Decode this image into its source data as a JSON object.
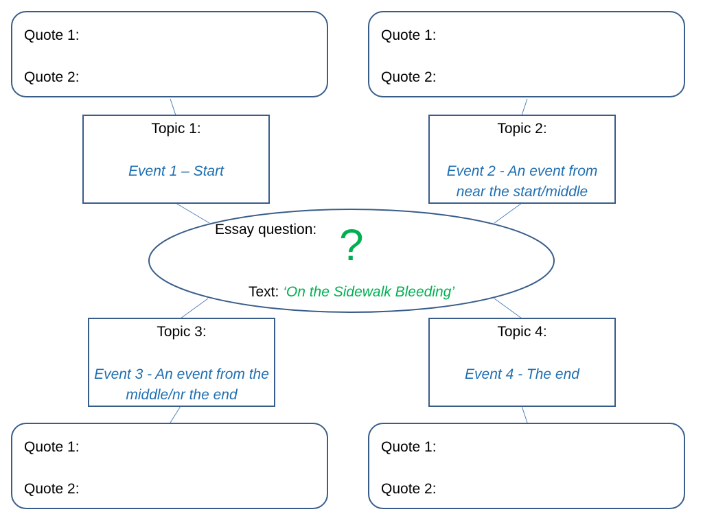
{
  "colors": {
    "box_border": "#385d8a",
    "connector": "#4f81bd",
    "event_text": "#1f6fb2",
    "accent_green": "#00b050"
  },
  "quotes": [
    {
      "q1": "Quote 1:",
      "q2": "Quote 2:"
    },
    {
      "q1": "Quote 1:",
      "q2": "Quote 2:"
    },
    {
      "q1": "Quote 1:",
      "q2": "Quote 2:"
    },
    {
      "q1": "Quote 1:",
      "q2": "Quote 2:"
    }
  ],
  "topics": [
    {
      "title": "Topic 1:",
      "event": "Event 1 – Start"
    },
    {
      "title": "Topic 2:",
      "event": "Event 2 - An event from near the start/middle"
    },
    {
      "title": "Topic 3:",
      "event": "Event 3 - An event from the middle/nr the end"
    },
    {
      "title": "Topic 4:",
      "event": "Event 4 - The end"
    }
  ],
  "center": {
    "essay_label": "Essay question:",
    "question_mark": "?",
    "text_label": "Text:",
    "text_title": "‘On the Sidewalk Bleeding’"
  }
}
